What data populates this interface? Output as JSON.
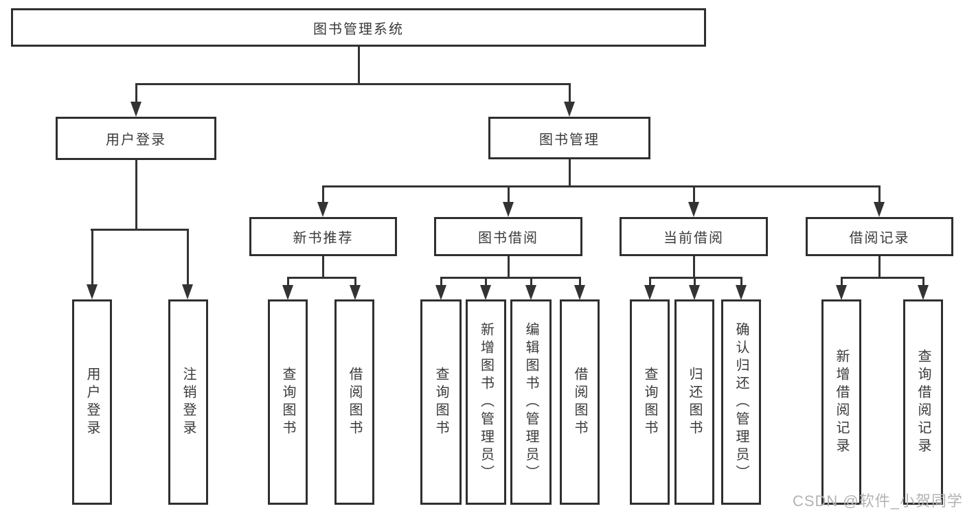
{
  "diagram": {
    "root": {
      "label": "图书管理系统"
    },
    "level2": [
      {
        "label": "用户登录",
        "children": [
          "用户登录",
          "注销登录"
        ]
      },
      {
        "label": "图书管理"
      }
    ],
    "level3": [
      {
        "label": "新书推荐",
        "children": [
          "查询图书",
          "借阅图书"
        ]
      },
      {
        "label": "图书借阅",
        "children": [
          "查询图书",
          "新增图书（管理员）",
          "编辑图书（管理员）",
          "借阅图书"
        ]
      },
      {
        "label": "当前借阅",
        "children": [
          "查询图书",
          "归还图书",
          "确认归还（管理员）"
        ]
      },
      {
        "label": "借阅记录",
        "children": [
          "新增借阅记录",
          "查询借阅记录"
        ]
      }
    ],
    "colors": {
      "line": "#333333",
      "border": "#2f2f2f",
      "text": "#3a3a3a",
      "watermark": "#b3b3b3",
      "background": "#ffffff"
    }
  },
  "watermark": "CSDN @软件_小贺同学"
}
